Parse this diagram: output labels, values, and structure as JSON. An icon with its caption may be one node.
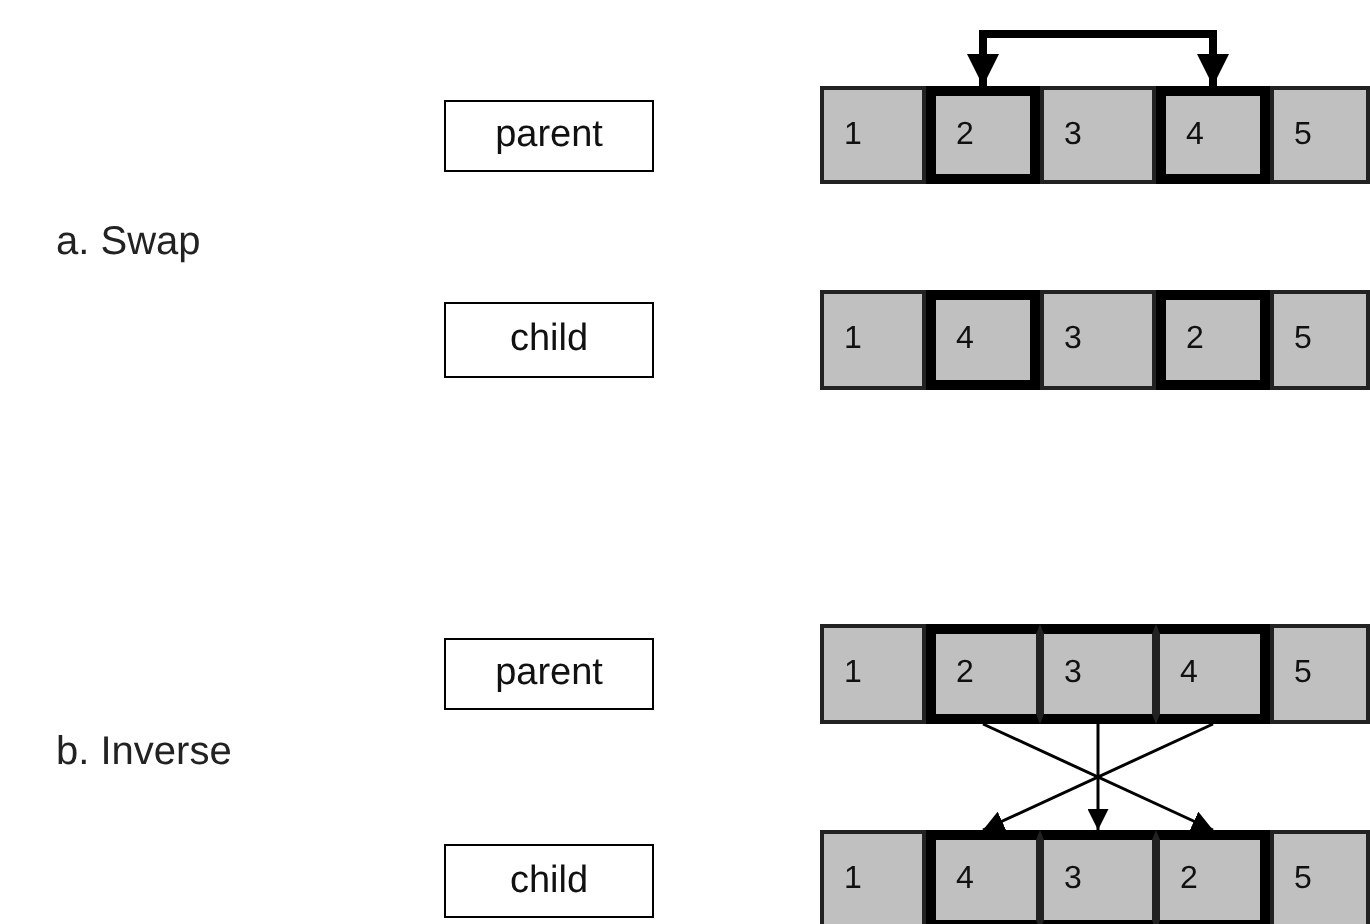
{
  "diagram": {
    "nodes": [
      {
        "text": [
          "parent"
        ]
      },
      {
        "text": [
          "1"
        ]
      },
      {
        "text": [
          "2"
        ]
      },
      {
        "text": [
          "3"
        ]
      },
      {
        "text": [
          "4"
        ]
      },
      {
        "text": [
          "5"
        ]
      },
      {
        "text": [
          "child"
        ]
      },
      {
        "text": [
          "1"
        ]
      },
      {
        "text": [
          "4"
        ]
      },
      {
        "text": [
          "3"
        ]
      },
      {
        "text": [
          "2"
        ]
      },
      {
        "text": [
          "5"
        ]
      },
      {
        "text": [
          "parent"
        ]
      },
      {
        "text": [
          "1"
        ]
      },
      {
        "text": [
          "2"
        ]
      },
      {
        "text": [
          "3"
        ]
      },
      {
        "text": [
          "4"
        ]
      },
      {
        "text": [
          "5"
        ]
      },
      {
        "text": [
          "child"
        ]
      },
      {
        "text": [
          "1"
        ]
      },
      {
        "text": [
          "4"
        ]
      },
      {
        "text": [
          "3"
        ]
      },
      {
        "text": [
          "2"
        ]
      },
      {
        "text": [
          "5"
        ]
      }
    ],
    "edges": [
      {
        "from": 2,
        "to": 4,
        "arrow": "both",
        "style": "thick"
      },
      {
        "from": 14,
        "to": 22,
        "arrow": "to"
      },
      {
        "from": 15,
        "to": 21,
        "arrow": "to"
      },
      {
        "from": 16,
        "to": 20,
        "arrow": "to"
      }
    ],
    "labels": [
      "a. Swap",
      "b. Inverse"
    ]
  }
}
